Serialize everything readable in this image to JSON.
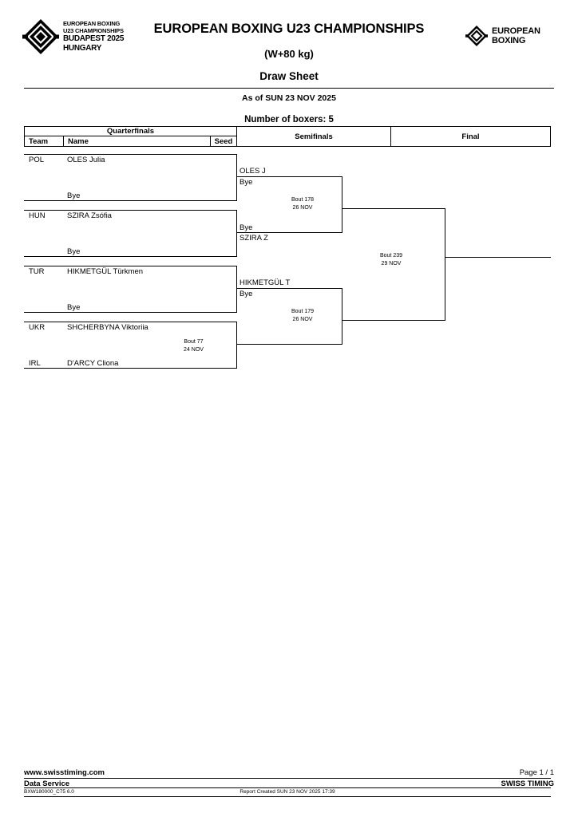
{
  "header": {
    "logo_left": {
      "line1": "EUROPEAN BOXING",
      "line2": "U23 CHAMPIONSHIPS",
      "line3": "BUDAPEST 2025",
      "line4": "HUNGARY",
      "mark": "diamond-logo-icon"
    },
    "logo_right": {
      "line1": "EUROPEAN",
      "line2": "BOXING",
      "mark": "diamond-logo-icon"
    },
    "title": "EUROPEAN BOXING U23 CHAMPIONSHIPS",
    "weight_class": "(W+80 kg)",
    "document_type": "Draw Sheet",
    "as_of": "As of SUN 23 NOV 2025",
    "boxers_count": "Number of boxers: 5"
  },
  "columns": {
    "quarterfinals": "Quarterfinals",
    "team": "Team",
    "name": "Name",
    "seed": "Seed",
    "semifinals": "Semifinals",
    "final": "Final"
  },
  "quarterfinals": [
    {
      "top": {
        "team": "POL",
        "name": "OLES Julia",
        "seed": ""
      },
      "bottom": {
        "team": "",
        "name": "Bye",
        "seed": ""
      },
      "bout": "",
      "date": ""
    },
    {
      "top": {
        "team": "HUN",
        "name": "SZIRA Zsófia",
        "seed": ""
      },
      "bottom": {
        "team": "",
        "name": "Bye",
        "seed": ""
      },
      "bout": "",
      "date": ""
    },
    {
      "top": {
        "team": "TUR",
        "name": "HIKMETGÜL Türkmen",
        "seed": ""
      },
      "bottom": {
        "team": "",
        "name": "Bye",
        "seed": ""
      },
      "bout": "",
      "date": ""
    },
    {
      "top": {
        "team": "UKR",
        "name": "SHCHERBYNA Viktoriia",
        "seed": ""
      },
      "bottom": {
        "team": "IRL",
        "name": "D'ARCY Cliona",
        "seed": ""
      },
      "bout": "Bout  77",
      "date": "24 NOV"
    }
  ],
  "semifinals": [
    {
      "top": "OLES J",
      "top_second": "Bye",
      "bottom": "Bye",
      "bottom_second": "SZIRA Z",
      "bout": "Bout  178",
      "date": "26 NOV"
    },
    {
      "top": "HIKMETGÜL T",
      "top_second": "Bye",
      "bottom": "",
      "bottom_second": "",
      "bout": "Bout  179",
      "date": "26 NOV"
    }
  ],
  "final": {
    "bout": "Bout  239",
    "date": "29 NOV"
  },
  "footer": {
    "website": "www.swisstiming.com",
    "page": "Page 1 / 1",
    "data_service": "Data Service",
    "company": "SWISS TIMING",
    "document_code": "BXW180000_C75 6.0",
    "report_created": "Report Created  SUN 23 NOV 2025 17:39"
  }
}
